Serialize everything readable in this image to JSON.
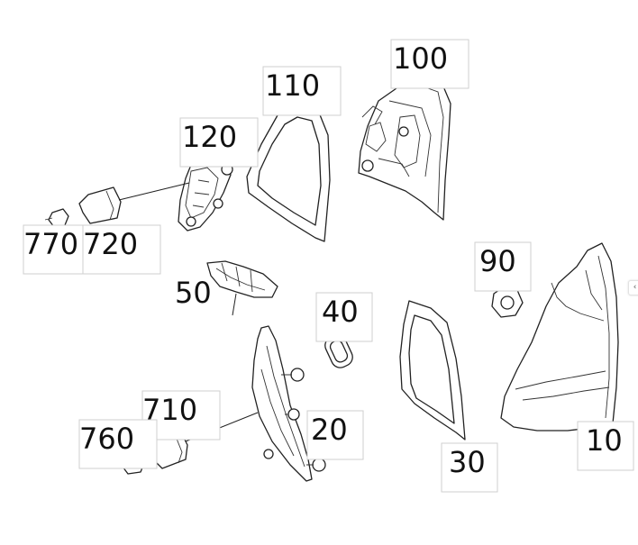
{
  "diagram": {
    "labels": {
      "p10": "10",
      "p20": "20",
      "p30": "30",
      "p40": "40",
      "p50": "50",
      "p90": "90",
      "p100": "100",
      "p110": "110",
      "p120": "120",
      "p710": "710",
      "p720": "720",
      "p760": "760",
      "p770": "770"
    },
    "nav": {
      "prev_icon": "‹"
    }
  }
}
